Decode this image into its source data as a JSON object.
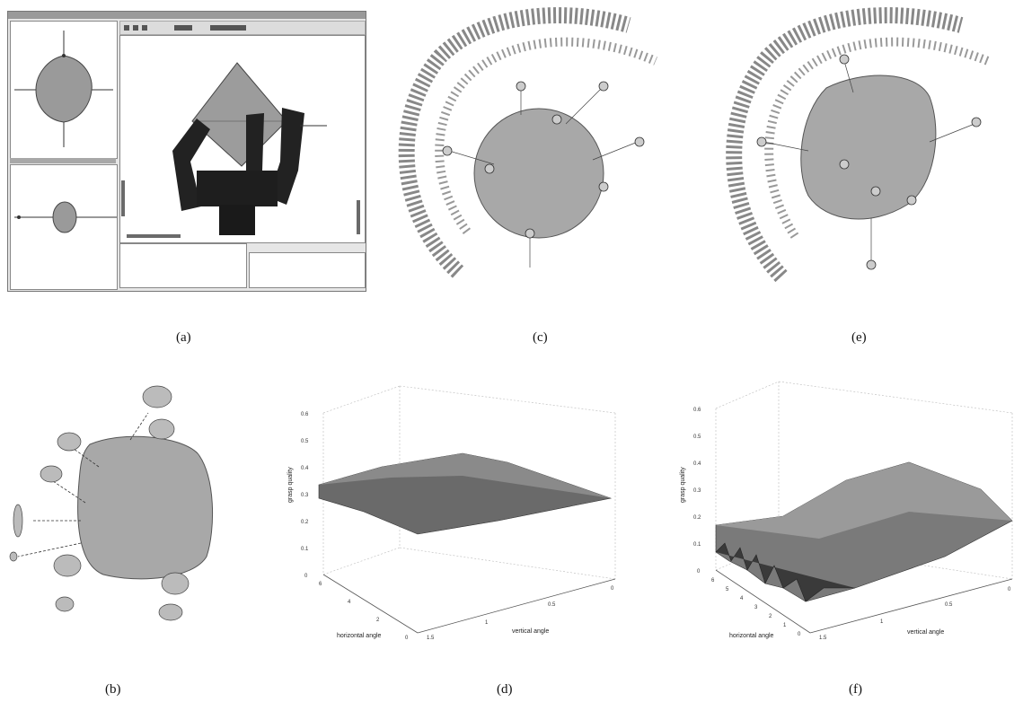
{
  "figure": {
    "captions": [
      "(a)",
      "(b)",
      "(c)",
      "(d)",
      "(e)",
      "(f)"
    ]
  },
  "panel_d": {
    "z_ticks": [
      "0.6",
      "0.5",
      "0.4",
      "0.3",
      "0.2",
      "0.1",
      "0"
    ],
    "zlabel": "grasp quality",
    "xlabel": "horizontal angle",
    "ylabel": "vertical angle",
    "x_ticks": [
      "6",
      "4",
      "2",
      "0"
    ],
    "y_ticks": [
      "1.5",
      "1",
      "0.5",
      "0"
    ]
  },
  "panel_f": {
    "z_ticks": [
      "0.6",
      "0.5",
      "0.4",
      "0.3",
      "0.2",
      "0.1",
      "0"
    ],
    "zlabel": "grasp quality",
    "xlabel": "horizontal angle",
    "ylabel": "vertical angle",
    "x_ticks": [
      "6",
      "5",
      "4",
      "3",
      "2",
      "1",
      "0"
    ],
    "y_ticks": [
      "1.5",
      "1",
      "0.5",
      "0"
    ]
  }
}
